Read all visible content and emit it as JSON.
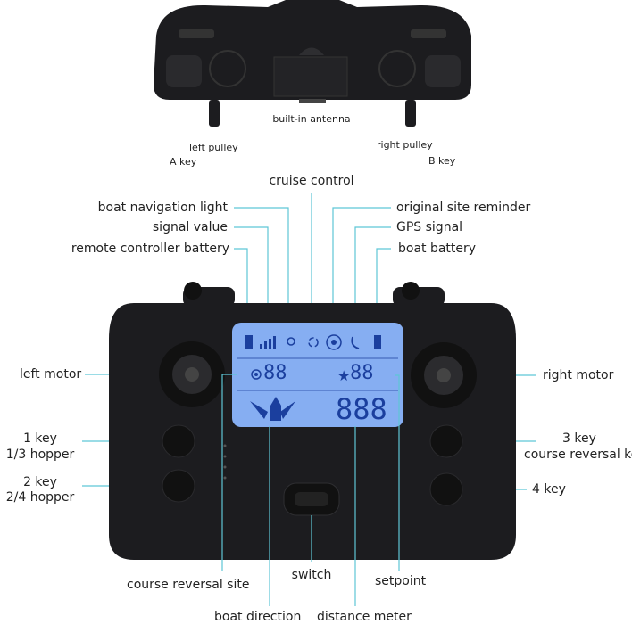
{
  "colors": {
    "leader_line": "#5ec6d6",
    "body": "#1c1c1f",
    "lcd": "#86aef2",
    "lcd_segment": "#1b3f9e"
  },
  "top_view": {
    "antenna": "built-in antenna",
    "left_pulley": "left pulley",
    "a_key": "A key",
    "right_pulley": "right pulley",
    "b_key": "B key"
  },
  "lcd": {
    "left_digits": "88",
    "right_digits": "88",
    "distance_digits": "888",
    "icons": [
      "controller-battery-icon",
      "signal-bars-icon",
      "light-bulb-icon",
      "cruise-arrows-icon",
      "target-icon",
      "gps-satellite-icon",
      "boat-battery-icon",
      "dot-icon",
      "star-icon",
      "boat-direction-icon"
    ]
  },
  "labels": {
    "cruise_control": "cruise control",
    "boat_navigation_light": "boat navigation light",
    "signal_value": "signal value",
    "remote_controller_battery": "remote controller battery",
    "original_site_reminder": "original site reminder",
    "gps_signal": "GPS signal",
    "boat_battery": "boat battery",
    "left_motor": "left motor",
    "right_motor": "right motor",
    "key1": "1 key",
    "key1_sub": "1/3 hopper",
    "key2": "2 key",
    "key2_sub": "2/4 hopper",
    "key3": "3 key",
    "key3_sub": "course reversal key",
    "key4": "4 key",
    "course_reversal_site": "course reversal site",
    "switch": "switch",
    "setpoint": "setpoint",
    "boat_direction": "boat direction",
    "distance_meter": "distance meter"
  }
}
